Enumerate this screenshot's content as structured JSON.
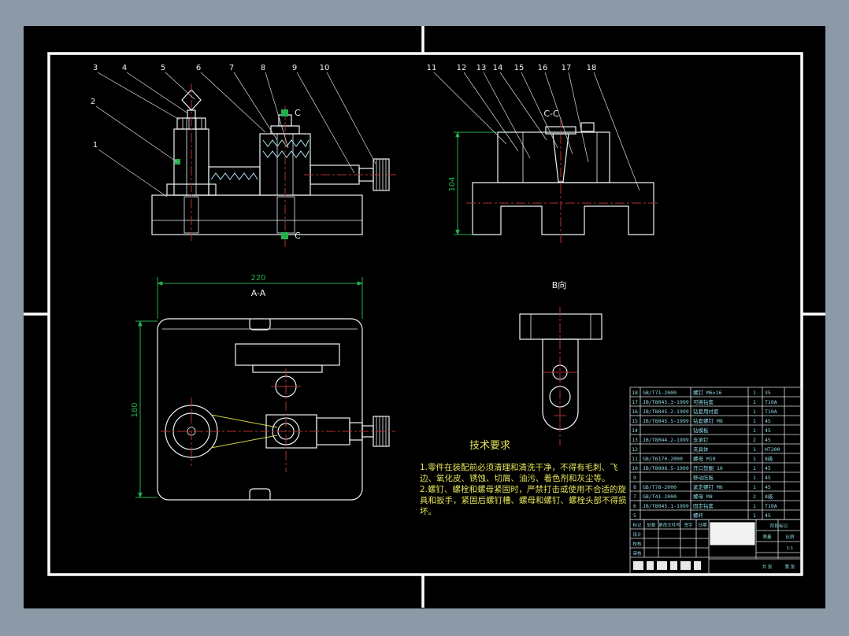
{
  "window": {
    "surround_color": "#8c9aa8",
    "sheet_color": "#000000"
  },
  "colors": {
    "line": "#ecf2f4",
    "hatch": "#a8e7ee",
    "centerline": "#b03030",
    "dimension": "#23b14d",
    "aux": "#cbcb3e",
    "tech_text": "#e3e35a",
    "table_text": "#8fd8e4"
  },
  "balloons": [
    "1",
    "2",
    "3",
    "4",
    "5",
    "6",
    "7",
    "8",
    "9",
    "10",
    "11",
    "12",
    "13",
    "14",
    "15",
    "16",
    "17",
    "18"
  ],
  "labels": {
    "section_cc": "C-C",
    "view_aa": "A-A",
    "view_b": "B向",
    "cut_c": "C"
  },
  "dims": {
    "aa_width": "220",
    "aa_height": "180",
    "cc_height": "104"
  },
  "tech_req": {
    "title": "技术要求",
    "lines": [
      "1.零件在装配前必须清理和清洗干净，不得有毛刺、飞",
      "边、氧化皮、锈蚀、切屑、油污、着色剂和灰尘等。",
      "2.螺钉、螺栓和螺母紧固时，严禁打击或使用不合适的旋",
      "具和扳手，紧固后螺钉槽、螺母和螺钉、螺栓头部不得损",
      "坏。"
    ]
  },
  "bom": {
    "rows": [
      {
        "no": "18",
        "code": "GB/T71-2000",
        "name": "螺钉 M6×16",
        "qty": "1",
        "mat": "35"
      },
      {
        "no": "17",
        "code": "JB/T8045.3-1999",
        "name": "可换钻套",
        "qty": "1",
        "mat": "T10A"
      },
      {
        "no": "16",
        "code": "JB/T8045.2-1999",
        "name": "钻套用衬套",
        "qty": "1",
        "mat": "T10A"
      },
      {
        "no": "15",
        "code": "JB/T8045.5-1999",
        "name": "钻套螺钉 M8",
        "qty": "1",
        "mat": "45"
      },
      {
        "no": "14",
        "code": "",
        "name": "钻模板",
        "qty": "1",
        "mat": "45"
      },
      {
        "no": "13",
        "code": "JB/T8044.2-1999",
        "name": "支承钉",
        "qty": "2",
        "mat": "45"
      },
      {
        "no": "12",
        "code": "",
        "name": "夹具体",
        "qty": "1",
        "mat": "HT200"
      },
      {
        "no": "11",
        "code": "GB/T6170-2000",
        "name": "螺母 M10",
        "qty": "1",
        "mat": "8级"
      },
      {
        "no": "10",
        "code": "JB/T8008.5-1999",
        "name": "开口垫圈 10",
        "qty": "1",
        "mat": "45"
      },
      {
        "no": "9",
        "code": "",
        "name": "移动压板",
        "qty": "1",
        "mat": "45"
      },
      {
        "no": "8",
        "code": "GB/T78-2000",
        "name": "紧定螺钉 M6",
        "qty": "1",
        "mat": "45"
      },
      {
        "no": "7",
        "code": "GB/T41-2000",
        "name": "螺母 M8",
        "qty": "2",
        "mat": "8级"
      },
      {
        "no": "6",
        "code": "JB/T8045.1-1999",
        "name": "固定钻套",
        "qty": "1",
        "mat": "T10A"
      },
      {
        "no": "5",
        "code": "",
        "name": "螺杆",
        "qty": "1",
        "mat": "45"
      }
    ]
  },
  "title_block": {
    "mark": "标记",
    "count": "处数",
    "file": "更改文件号",
    "sign": "签字",
    "date": "日期",
    "design": "设计",
    "check": "校核",
    "review": "审核",
    "stage": "阶段标记",
    "mass": "质量",
    "scale_label": "比例",
    "scale": "1:1",
    "sheets": "共 张",
    "sheet_no": "第 张"
  }
}
